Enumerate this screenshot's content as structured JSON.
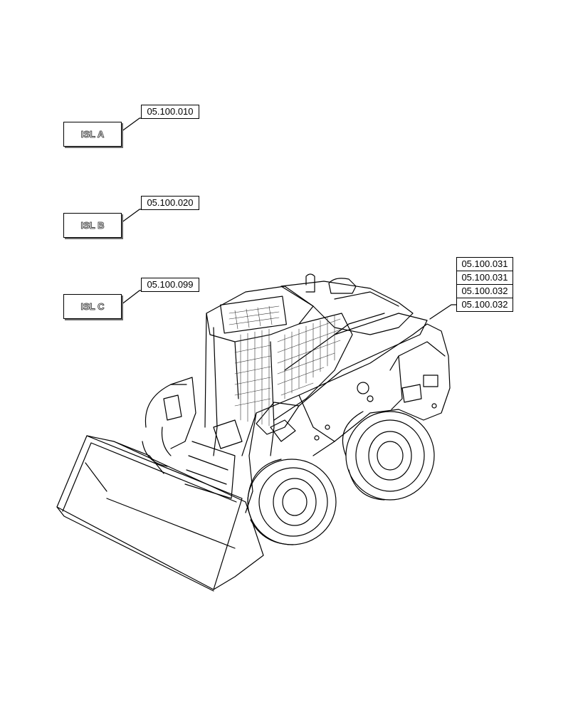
{
  "callouts": [
    {
      "island": "ISL A",
      "ref": "05.100.010"
    },
    {
      "island": "ISL B",
      "ref": "05.100.020"
    },
    {
      "island": "ISL C",
      "ref": "05.100.099"
    }
  ],
  "stack_refs": [
    "05.100.031",
    "05.100.031",
    "05.100.032",
    "05.100.032"
  ]
}
